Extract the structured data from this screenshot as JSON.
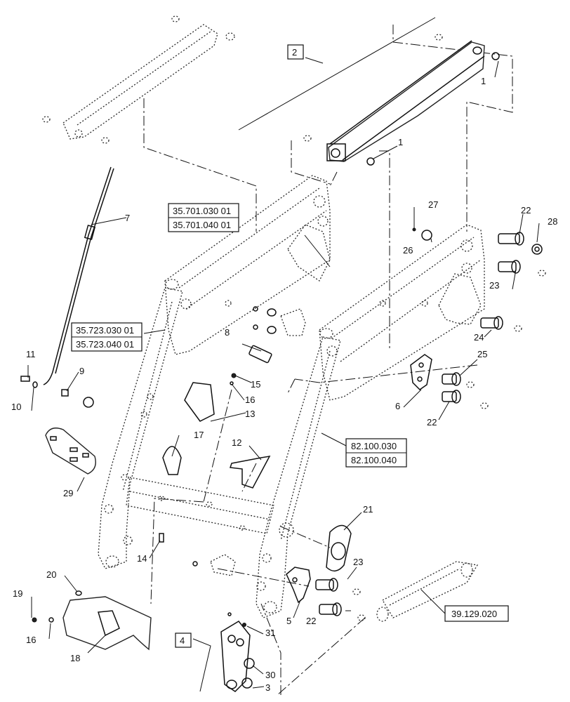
{
  "callouts": [
    {
      "id": "c1a",
      "text": "1"
    },
    {
      "id": "c1b",
      "text": "1"
    },
    {
      "id": "c2",
      "text": "2"
    },
    {
      "id": "c3",
      "text": "3"
    },
    {
      "id": "c4",
      "text": "4"
    },
    {
      "id": "c5",
      "text": "5"
    },
    {
      "id": "c6",
      "text": "6"
    },
    {
      "id": "c7",
      "text": "7"
    },
    {
      "id": "c8",
      "text": "8"
    },
    {
      "id": "c9",
      "text": "9"
    },
    {
      "id": "c10",
      "text": "10"
    },
    {
      "id": "c11",
      "text": "11"
    },
    {
      "id": "c12",
      "text": "12"
    },
    {
      "id": "c13",
      "text": "13"
    },
    {
      "id": "c14",
      "text": "14"
    },
    {
      "id": "c15",
      "text": "15"
    },
    {
      "id": "c16a",
      "text": "16"
    },
    {
      "id": "c16b",
      "text": "16"
    },
    {
      "id": "c17",
      "text": "17"
    },
    {
      "id": "c18",
      "text": "18"
    },
    {
      "id": "c19",
      "text": "19"
    },
    {
      "id": "c20",
      "text": "20"
    },
    {
      "id": "c21",
      "text": "21"
    },
    {
      "id": "c22a",
      "text": "22"
    },
    {
      "id": "c22b",
      "text": "22"
    },
    {
      "id": "c22c",
      "text": "22"
    },
    {
      "id": "c23a",
      "text": "23"
    },
    {
      "id": "c23b",
      "text": "23"
    },
    {
      "id": "c24",
      "text": "24"
    },
    {
      "id": "c25",
      "text": "25"
    },
    {
      "id": "c26",
      "text": "26"
    },
    {
      "id": "c27",
      "text": "27"
    },
    {
      "id": "c28",
      "text": "28"
    },
    {
      "id": "c29",
      "text": "29"
    },
    {
      "id": "c30",
      "text": "30"
    },
    {
      "id": "c31",
      "text": "31"
    }
  ],
  "references": {
    "ref_35701": {
      "line1": "35.701.030 01",
      "line2": "35.701.040 01"
    },
    "ref_35723": {
      "line1": "35.723.030 01",
      "line2": "35.723.040 01"
    },
    "ref_82100": {
      "line1": "82.100.030",
      "line2": "82.100.040"
    },
    "ref_39129": {
      "line1": "39.129.020"
    }
  }
}
